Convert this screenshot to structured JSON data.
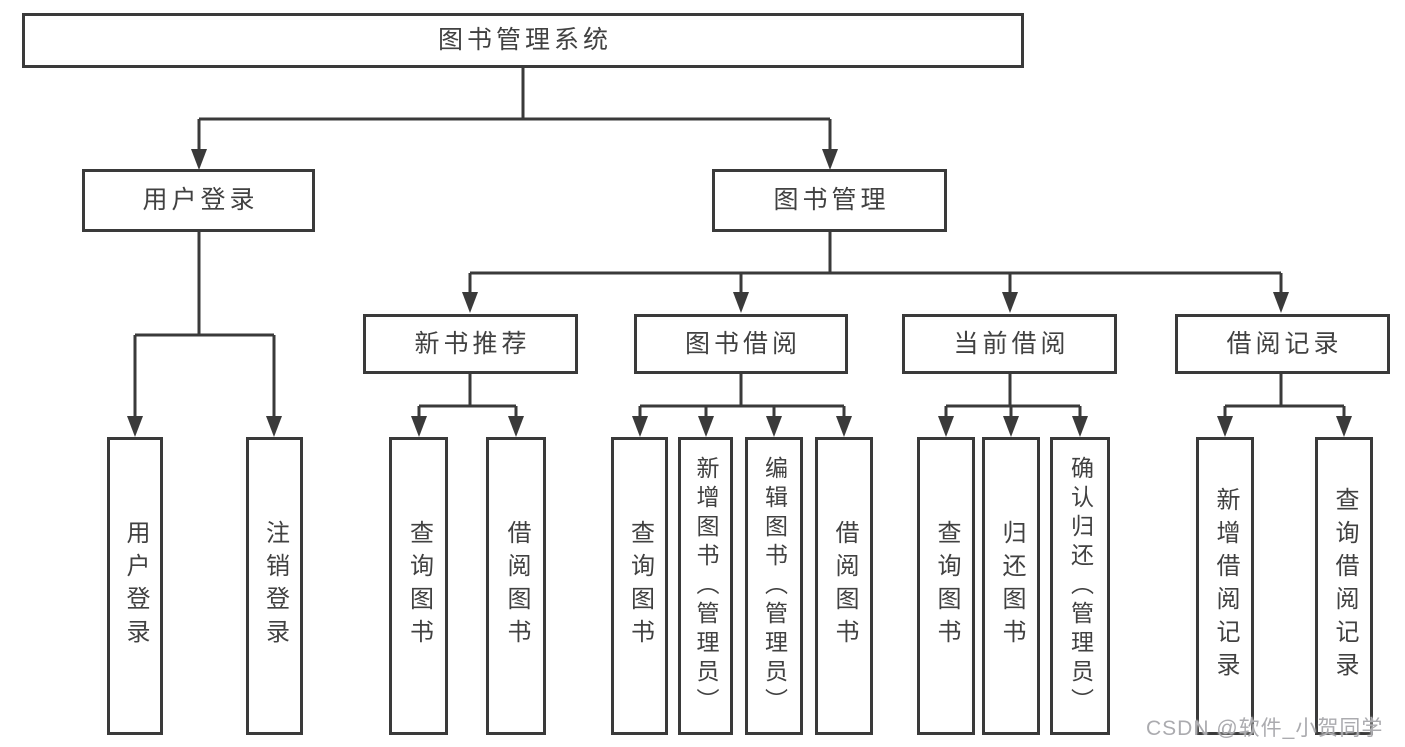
{
  "diagram": {
    "root": "图书管理系统",
    "user_branch": {
      "label": "用户登录",
      "children": [
        "用户登录",
        "注销登录"
      ]
    },
    "mgmt_branch": {
      "label": "图书管理",
      "sections": [
        {
          "label": "新书推荐",
          "children": [
            "查询图书",
            "借阅图书"
          ]
        },
        {
          "label": "图书借阅",
          "children": [
            "查询图书",
            "新增图书（管理员）",
            "编辑图书（管理员）",
            "借阅图书"
          ]
        },
        {
          "label": "当前借阅",
          "children": [
            "查询图书",
            "归还图书",
            "确认归还（管理员）"
          ]
        },
        {
          "label": "借阅记录",
          "children": [
            "新增借阅记录",
            "查询借阅记录"
          ]
        }
      ]
    }
  },
  "watermark": "CSDN @软件_小贺同学",
  "colors": {
    "line": "#3a3a3a",
    "text": "#414141",
    "background": "#ffffff"
  }
}
